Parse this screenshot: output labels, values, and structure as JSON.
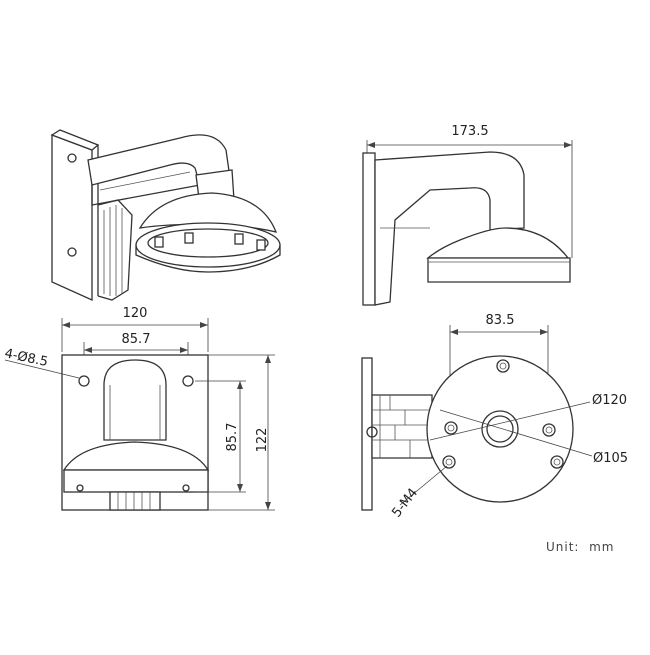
{
  "dimensions": {
    "overall_depth": "173.5",
    "base_width": "120",
    "hole_spacing_h": "85.7",
    "hole_spacing_v": "85.7",
    "base_height": "122",
    "mount_holes": "4-Ø8.5",
    "bolt_spacing": "83.5",
    "outer_dia": "Ø120",
    "bolt_circle_dia": "Ø105",
    "screw_holes": "5-M4"
  },
  "unit_label": "Unit:  mm"
}
